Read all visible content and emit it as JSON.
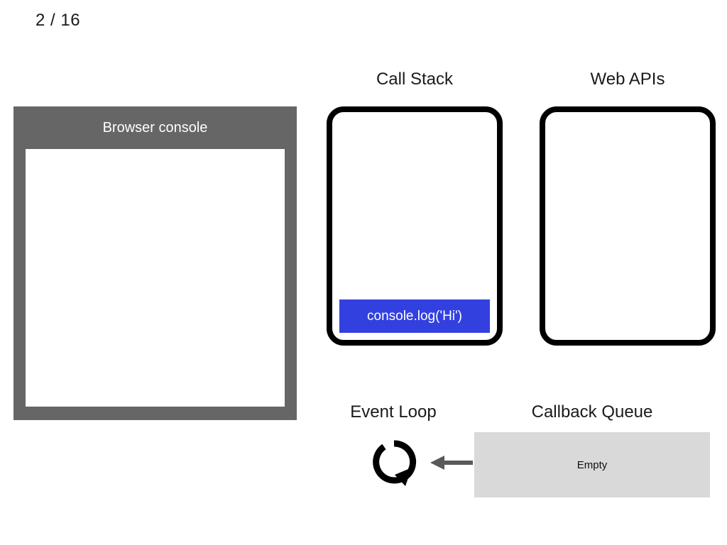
{
  "slide": {
    "counter": "2 / 16",
    "current": 2,
    "total": 16
  },
  "console_panel": {
    "title": "Browser console",
    "header_color": "#666666",
    "screen_color": "#ffffff",
    "log_lines": []
  },
  "call_stack": {
    "title": "Call Stack",
    "border_color": "#000000",
    "frame_color": "#3340e0",
    "frames": [
      {
        "label": "console.log('Hi')"
      }
    ]
  },
  "web_apis": {
    "title": "Web APIs",
    "border_color": "#000000",
    "items": []
  },
  "event_loop": {
    "title": "Event Loop",
    "loop_icon": "circular-arrow-icon",
    "arrow_icon": "arrow-left-icon",
    "arrow_color": "#595959"
  },
  "callback_queue": {
    "title": "Callback Queue",
    "background_color": "#d9d9d9",
    "empty_label": "Empty",
    "items": []
  }
}
